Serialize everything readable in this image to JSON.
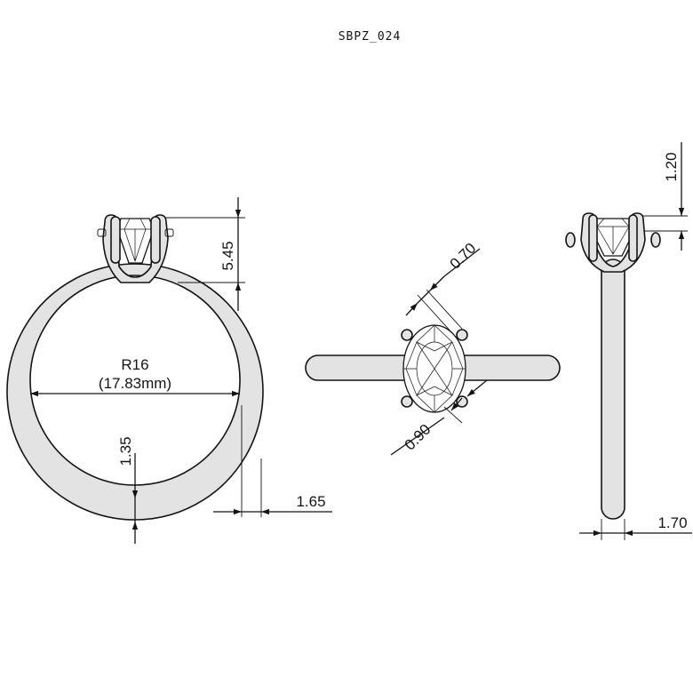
{
  "drawing": {
    "code": "SBPZ_024"
  },
  "front_view": {
    "size_label": "R16",
    "diameter_label": "(17.83mm)",
    "head_height": "5.45",
    "band_thickness": "1.35",
    "band_depth": "1.65"
  },
  "top_view": {
    "prong_width": "0.70",
    "gallery_width": "0.90"
  },
  "side_view": {
    "girdle_height": "1.20",
    "band_width": "1.70"
  }
}
